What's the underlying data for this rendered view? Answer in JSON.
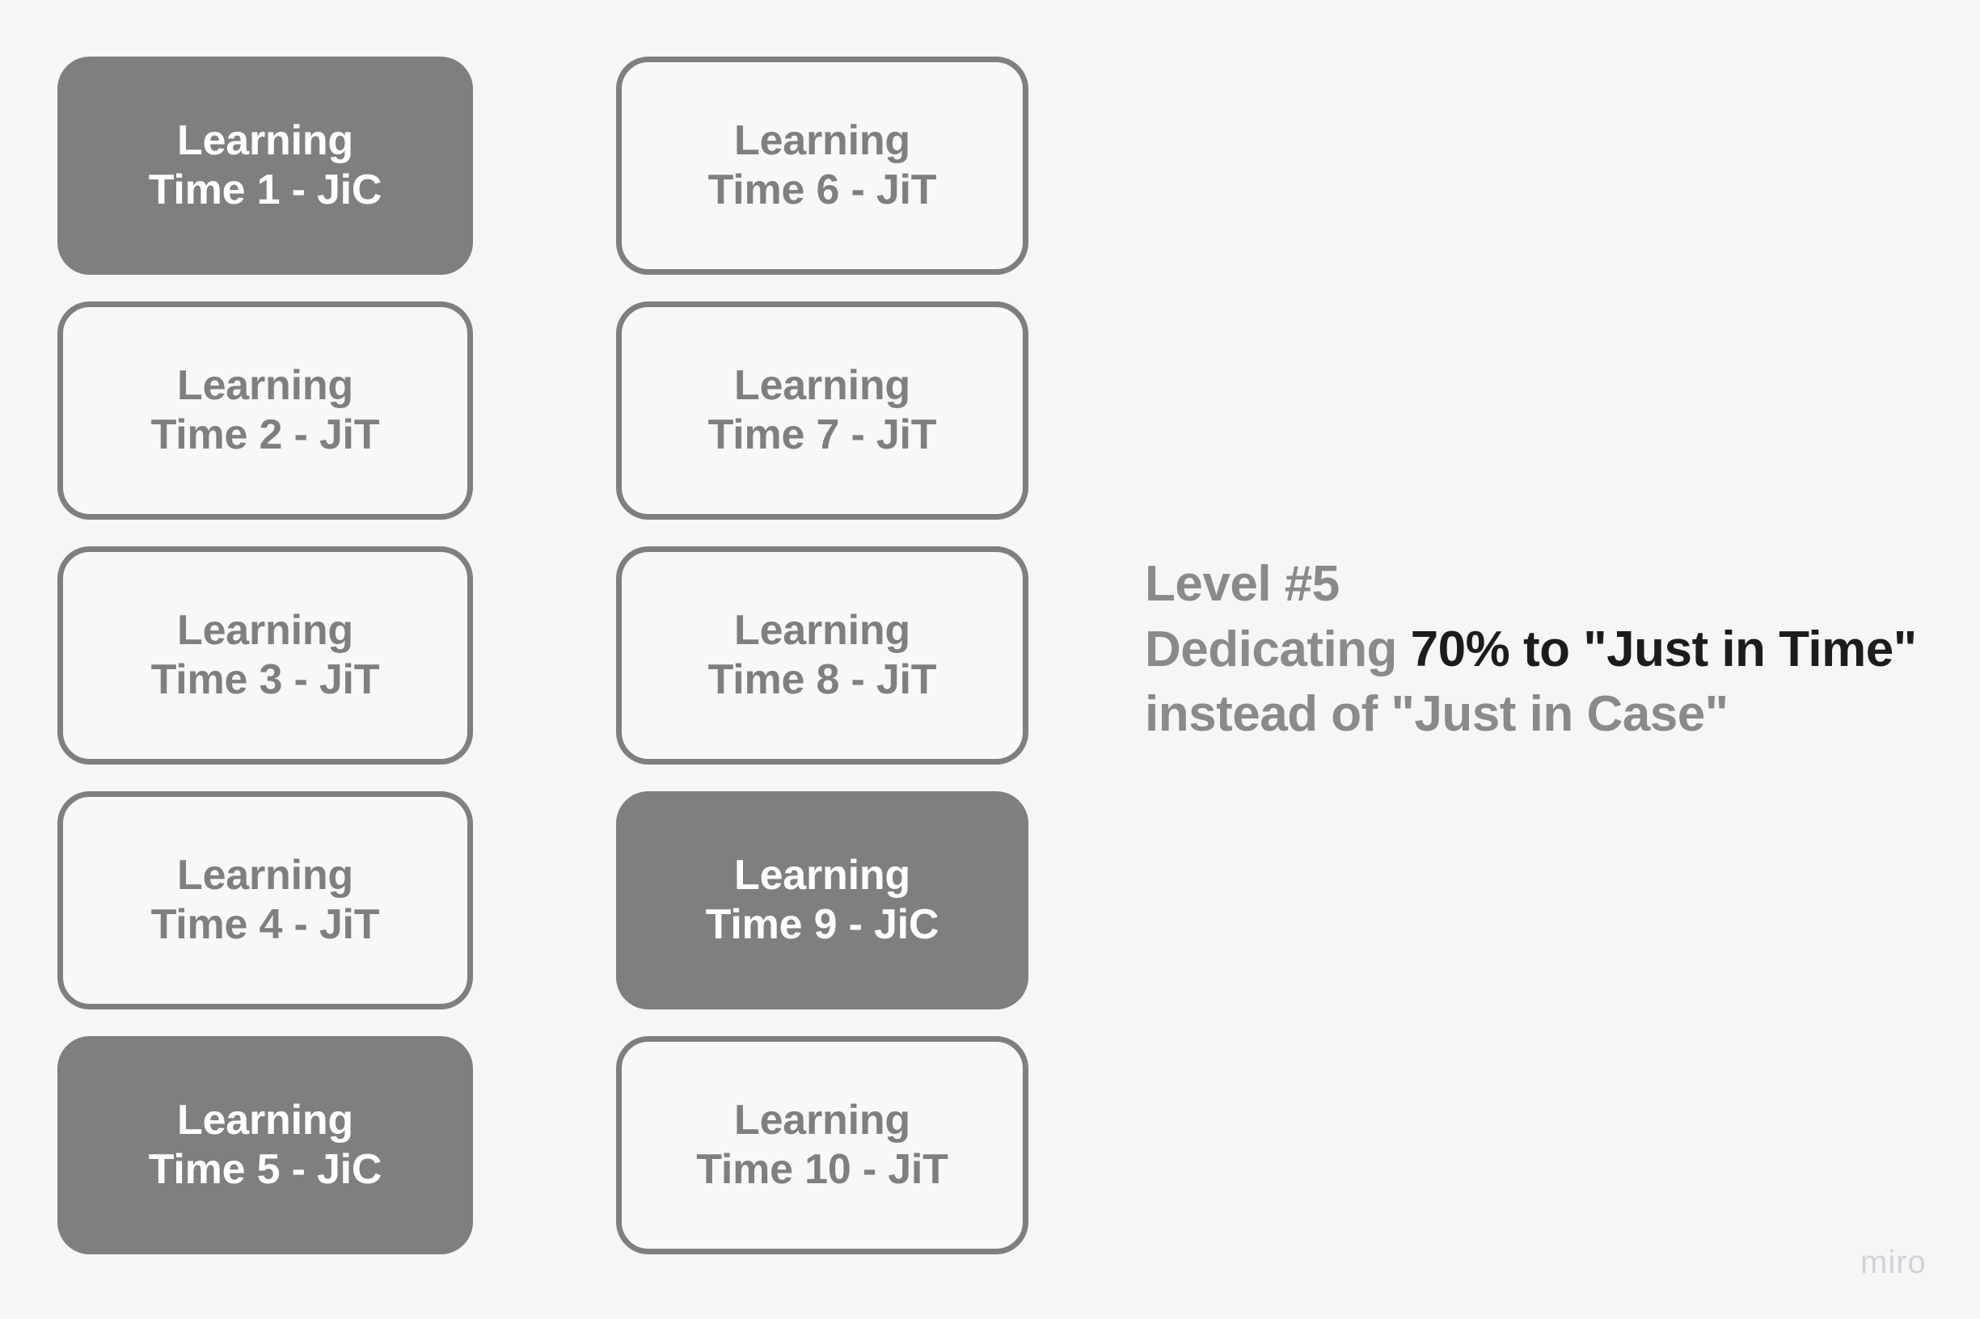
{
  "canvas": {
    "background_color": "#f6f6f6",
    "fill_card_color": "#7f7f7f",
    "outline_card_border_color": "#7f7f7f",
    "outline_card_fill_color": "#f8f8f8",
    "fill_card_text_color": "#ffffff",
    "outline_card_text_color": "#7f7f7f",
    "annotation_text_color": "#8a8a8a",
    "annotation_emphasis_color": "#1c1c1c",
    "watermark_color": "#d2d2db"
  },
  "columns": [
    {
      "name": "column-1",
      "cards": [
        {
          "line1": "Learning",
          "line2": "Time 1 - JiC",
          "label": "Learning\nTime 1 - JiC",
          "style": "filled",
          "mode": "JiC"
        },
        {
          "line1": "Learning",
          "line2": "Time 2 - JiT",
          "label": "Learning\nTime 2 - JiT",
          "style": "outlined",
          "mode": "JiT"
        },
        {
          "line1": "Learning",
          "line2": "Time 3 - JiT",
          "label": "Learning\nTime 3 - JiT",
          "style": "outlined",
          "mode": "JiT"
        },
        {
          "line1": "Learning",
          "line2": "Time 4 - JiT",
          "label": "Learning\nTime 4 - JiT",
          "style": "outlined",
          "mode": "JiT"
        },
        {
          "line1": "Learning",
          "line2": "Time 5 - JiC",
          "label": "Learning\nTime 5 - JiC",
          "style": "filled",
          "mode": "JiC"
        }
      ]
    },
    {
      "name": "column-2",
      "cards": [
        {
          "line1": "Learning",
          "line2": "Time 6 - JiT",
          "label": "Learning\nTime 6 - JiT",
          "style": "outlined",
          "mode": "JiT"
        },
        {
          "line1": "Learning",
          "line2": "Time 7 - JiT",
          "label": "Learning\nTime 7 - JiT",
          "style": "outlined",
          "mode": "JiT"
        },
        {
          "line1": "Learning",
          "line2": "Time 8 - JiT",
          "label": "Learning\nTime 8 - JiT",
          "style": "outlined",
          "mode": "JiT"
        },
        {
          "line1": "Learning",
          "line2": "Time 9 - JiC",
          "label": "Learning\nTime 9 - JiC",
          "style": "filled",
          "mode": "JiC"
        },
        {
          "line1": "Learning",
          "line2": "Time 10 - JiT",
          "label": "Learning\nTime 10 - JiT",
          "style": "outlined",
          "mode": "JiT"
        }
      ]
    }
  ],
  "annotation": {
    "line1": "Level #5",
    "line2_prefix": "Dedicating ",
    "line2_emphasis": "70% to \"Just in Time\"",
    "line3": "instead of \"Just in Case\""
  },
  "watermark": {
    "label": "miro"
  }
}
